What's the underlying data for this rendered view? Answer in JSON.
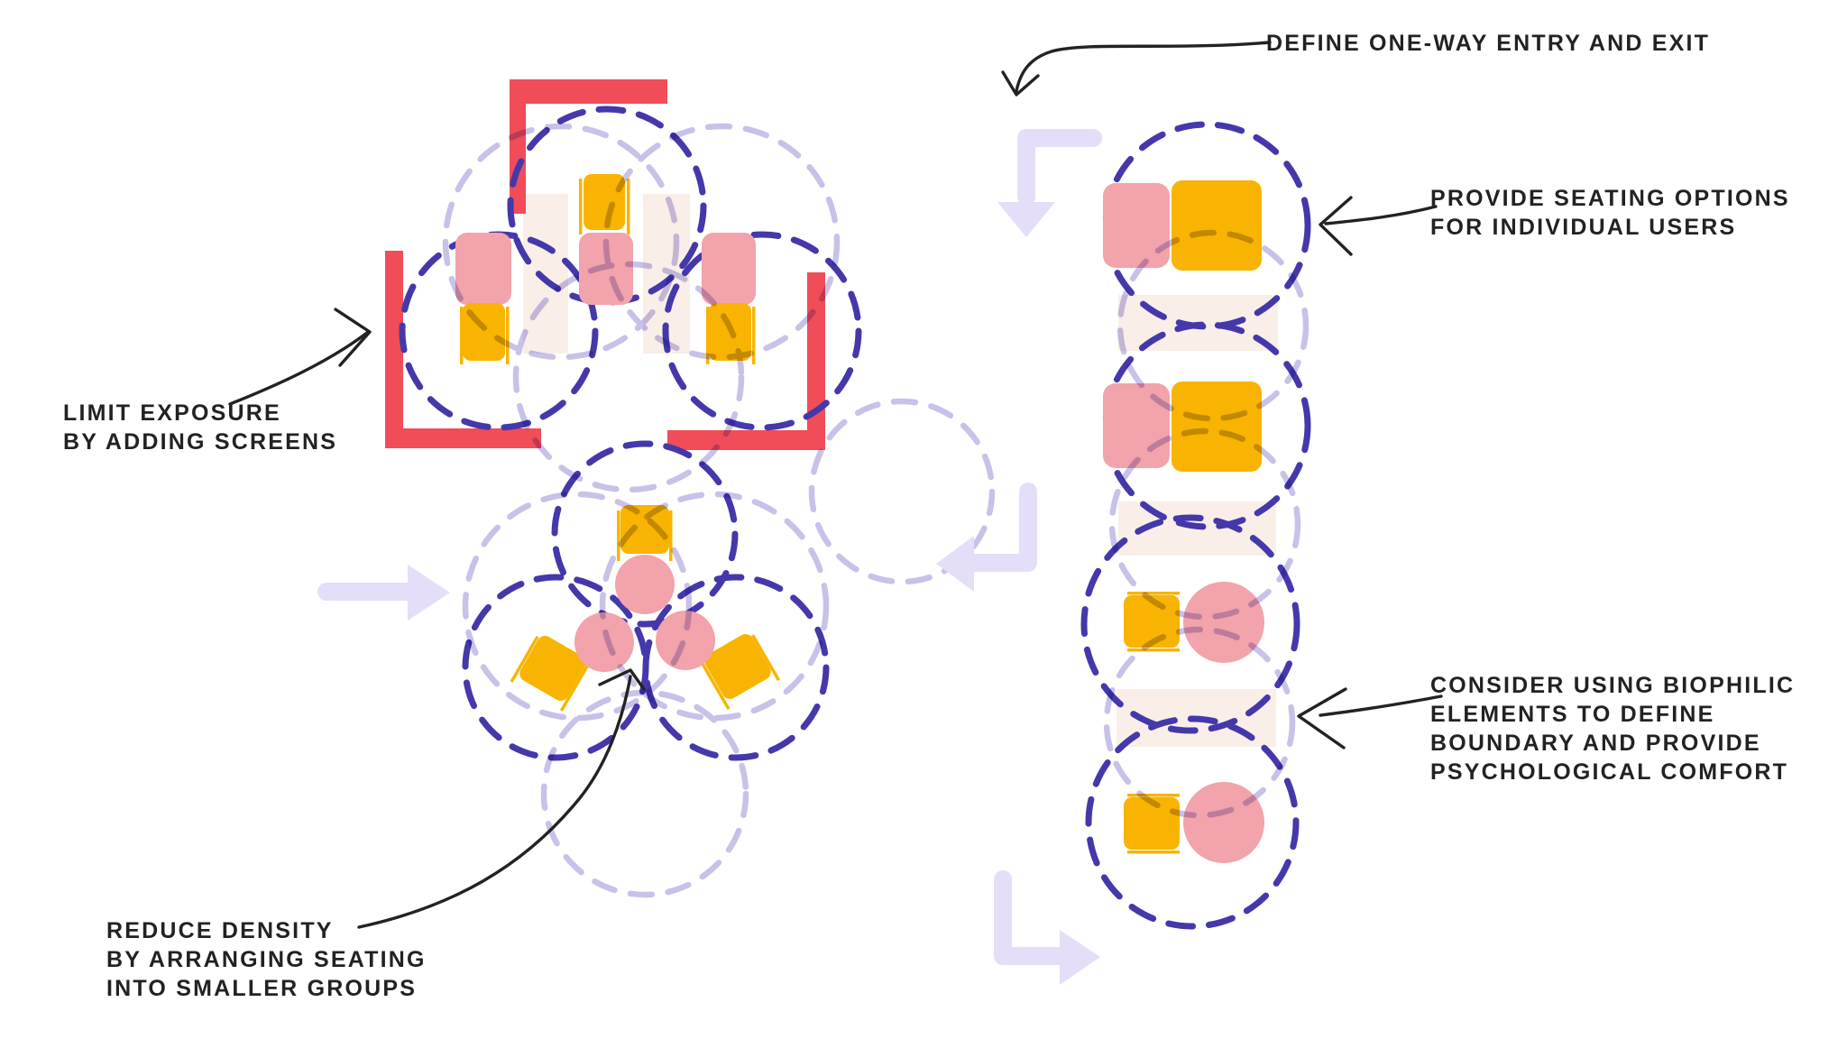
{
  "colors": {
    "background": "#FFFFFF",
    "ink": "#222222",
    "screen_red": "#F04D59",
    "chair_yellow": "#F8B400",
    "seat_pink": "#F2A3AB",
    "planter_beige": "#F9EFE8",
    "circle_indigo": "#4438AA",
    "circle_lavender": "#C8C2E9",
    "flow_arrow": "#E4DEF8"
  },
  "annotations": {
    "entry_exit": {
      "lines": [
        "DEFINE ONE-WAY ENTRY AND EXIT"
      ]
    },
    "seating_options": {
      "lines": [
        "PROVIDE SEATING OPTIONS",
        "FOR INDIVIDUAL USERS"
      ]
    },
    "screens": {
      "lines": [
        "LIMIT EXPOSURE",
        "BY ADDING SCREENS"
      ]
    },
    "density": {
      "lines": [
        "REDUCE DENSITY",
        "BY ARRANGING SEATING",
        "INTO SMALLER GROUPS"
      ]
    },
    "biophilic": {
      "lines": [
        "CONSIDER USING BIOPHILIC",
        "ELEMENTS TO DEFINE",
        "BOUNDARY AND PROVIDE",
        "PSYCHOLOGICAL COMFORT"
      ]
    }
  }
}
